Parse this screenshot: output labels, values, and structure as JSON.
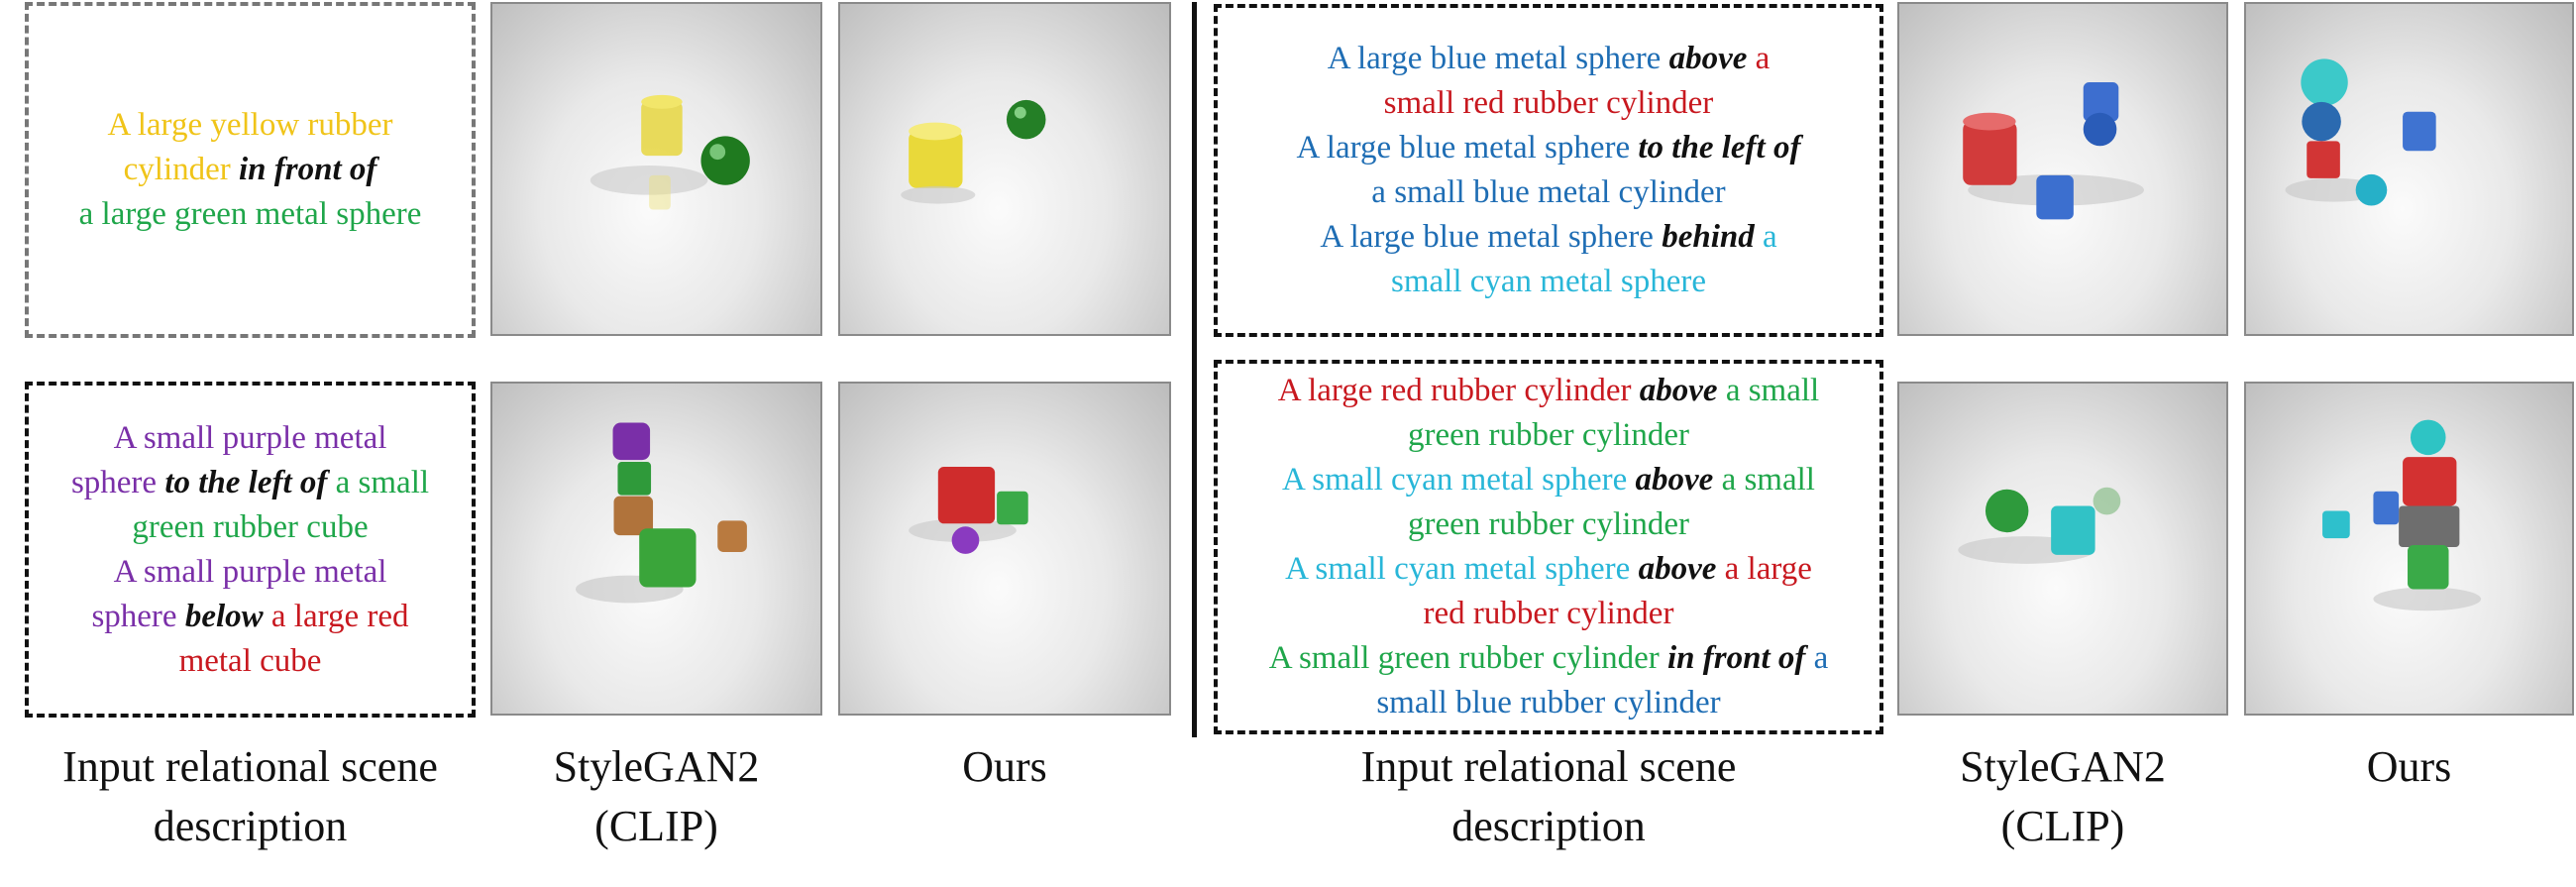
{
  "descriptions": [
    {
      "lines": [
        [
          {
            "t": "A large yellow rubber",
            "c": "yellow"
          }
        ],
        [
          {
            "t": "cylinder ",
            "c": "yellow"
          },
          {
            "t": "in front of",
            "c": "rel"
          }
        ],
        [
          {
            "t": "a large green metal sphere",
            "c": "green"
          }
        ]
      ]
    },
    {
      "lines": [
        [
          {
            "t": "A small purple metal",
            "c": "purple"
          }
        ],
        [
          {
            "t": "sphere ",
            "c": "purple"
          },
          {
            "t": "to the left of",
            "c": "rel"
          },
          {
            "t": " a small",
            "c": "green"
          }
        ],
        [
          {
            "t": "green rubber cube",
            "c": "green"
          }
        ],
        [
          {
            "t": "A small purple metal",
            "c": "purple"
          }
        ],
        [
          {
            "t": "sphere ",
            "c": "purple"
          },
          {
            "t": "below",
            "c": "rel"
          },
          {
            "t": " a large red",
            "c": "red"
          }
        ],
        [
          {
            "t": "metal cube",
            "c": "red"
          }
        ]
      ]
    },
    {
      "lines": [
        [
          {
            "t": "A large blue metal sphere ",
            "c": "blue"
          },
          {
            "t": "above",
            "c": "rel"
          },
          {
            "t": " a",
            "c": "red"
          }
        ],
        [
          {
            "t": "small red rubber cylinder",
            "c": "red"
          }
        ],
        [
          {
            "t": "A large blue metal sphere ",
            "c": "blue"
          },
          {
            "t": "to the left of",
            "c": "rel"
          }
        ],
        [
          {
            "t": "a small blue metal cylinder",
            "c": "blue"
          }
        ],
        [
          {
            "t": "A large blue metal sphere ",
            "c": "blue"
          },
          {
            "t": "behind",
            "c": "rel"
          },
          {
            "t": " a",
            "c": "cyan"
          }
        ],
        [
          {
            "t": "small cyan metal sphere",
            "c": "cyan"
          }
        ]
      ]
    },
    {
      "lines": [
        [
          {
            "t": "A large red rubber cylinder ",
            "c": "red"
          },
          {
            "t": "above",
            "c": "rel"
          },
          {
            "t": " a small",
            "c": "green"
          }
        ],
        [
          {
            "t": "green rubber cylinder",
            "c": "green"
          }
        ],
        [
          {
            "t": "A small cyan metal sphere ",
            "c": "cyan"
          },
          {
            "t": "above",
            "c": "rel"
          },
          {
            "t": " a small",
            "c": "green"
          }
        ],
        [
          {
            "t": "green rubber cylinder",
            "c": "green"
          }
        ],
        [
          {
            "t": "A small cyan metal sphere ",
            "c": "cyan"
          },
          {
            "t": "above",
            "c": "rel"
          },
          {
            "t": " a large",
            "c": "red"
          }
        ],
        [
          {
            "t": "red rubber cylinder",
            "c": "red"
          }
        ],
        [
          {
            "t": "A small green rubber cylinder ",
            "c": "green"
          },
          {
            "t": "in front of",
            "c": "rel"
          },
          {
            "t": " a",
            "c": "blue"
          }
        ],
        [
          {
            "t": "small blue rubber cylinder",
            "c": "blue"
          }
        ]
      ]
    }
  ],
  "captions": {
    "left_input_l1": "Input relational scene",
    "left_input_l2": "description",
    "left_stylegan_l1": "StyleGAN2",
    "left_stylegan_l2": "(CLIP)",
    "left_ours": "Ours",
    "right_input_l1": "Input relational scene",
    "right_input_l2": "description",
    "right_stylegan_l1": "StyleGAN2",
    "right_stylegan_l2": "(CLIP)",
    "right_ours": "Ours"
  },
  "colors": {
    "yellow": "#F0C419",
    "green": "#1FA64A",
    "purple": "#7A2FA8",
    "red": "#C8181F",
    "blue": "#1E6DB4",
    "cyan": "#28B6D8"
  }
}
